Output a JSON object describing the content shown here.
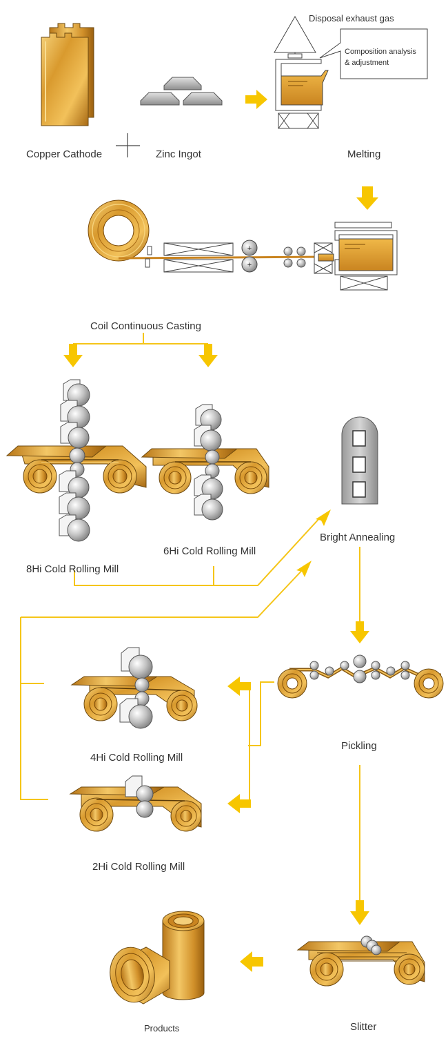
{
  "labels": {
    "copper_cathode": "Copper Cathode",
    "zinc_ingot": "Zinc Ingot",
    "melting": "Melting",
    "disposal_exhaust_gas": "Disposal exhaust gas",
    "composition_line1": "Composition analysis",
    "composition_line2": "& adjustment",
    "coil_continuous_casting": "Coil Continuous Casting",
    "mill_8hi": "8Hi Cold Rolling Mill",
    "mill_6hi": "6Hi Cold Rolling Mill",
    "bright_annealing": "Bright Annealing",
    "mill_4hi": "4Hi Cold Rolling Mill",
    "pickling": "Pickling",
    "mill_2hi": "2Hi Cold Rolling Mill",
    "products": "Products",
    "slitter": "Slitter"
  },
  "colors": {
    "arrow": "#F7C600",
    "line": "#F5C518",
    "copper_light": "#F4C85A",
    "copper": "#D4922A",
    "copper_dark": "#8A5A12",
    "steel": "#B8B8B8",
    "outline": "#444444"
  }
}
